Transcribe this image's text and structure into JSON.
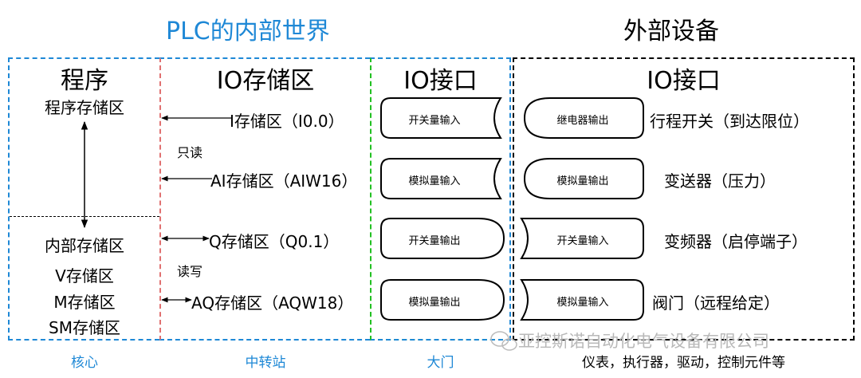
{
  "header": {
    "plc_title": "PLC的内部世界",
    "external_title": "外部设备"
  },
  "program_col": {
    "heading": "程序",
    "program_storage": "程序存储区",
    "internal_storage": "内部存储区",
    "v_storage": "V存储区",
    "m_storage": "M存储区",
    "sm_storage": "SM存储区",
    "caption": "核心"
  },
  "io_storage_col": {
    "heading": "IO存储区",
    "i_area": "I存储区（I0.0）",
    "ai_area": "AI存储区（AIW16）",
    "q_area": "Q存储区（Q0.1）",
    "aq_area": "AQ存储区（AQW18）",
    "read_only": "只读",
    "read_write": "读写",
    "caption": "中转站"
  },
  "io_interface_col": {
    "heading": "IO接口",
    "switch_in": "开关量输入",
    "analog_in": "模拟量输入",
    "switch_out": "开关量输出",
    "analog_out": "模拟量输出",
    "caption": "大门"
  },
  "external_col": {
    "heading": "IO接口",
    "relay_out": "继电器输出",
    "analog_out": "模拟量输出",
    "switch_in": "开关量输入",
    "analog_in": "模拟量输入",
    "travel_switch": "行程开关（到达限位）",
    "transmitter": "变送器（压力）",
    "inverter": "变频器（启停端子）",
    "valve": "阀门（远程给定）",
    "watermark": "亚控斯诺自动化电气设备有限公司",
    "caption": "仪表，执行器，驱动，控制元件等"
  },
  "colors": {
    "blue_title": "#1e88d6",
    "blue_dash": "#1e88d6",
    "red_dash": "#e07070",
    "green_dash": "#22c022",
    "black_dash": "#000000"
  }
}
